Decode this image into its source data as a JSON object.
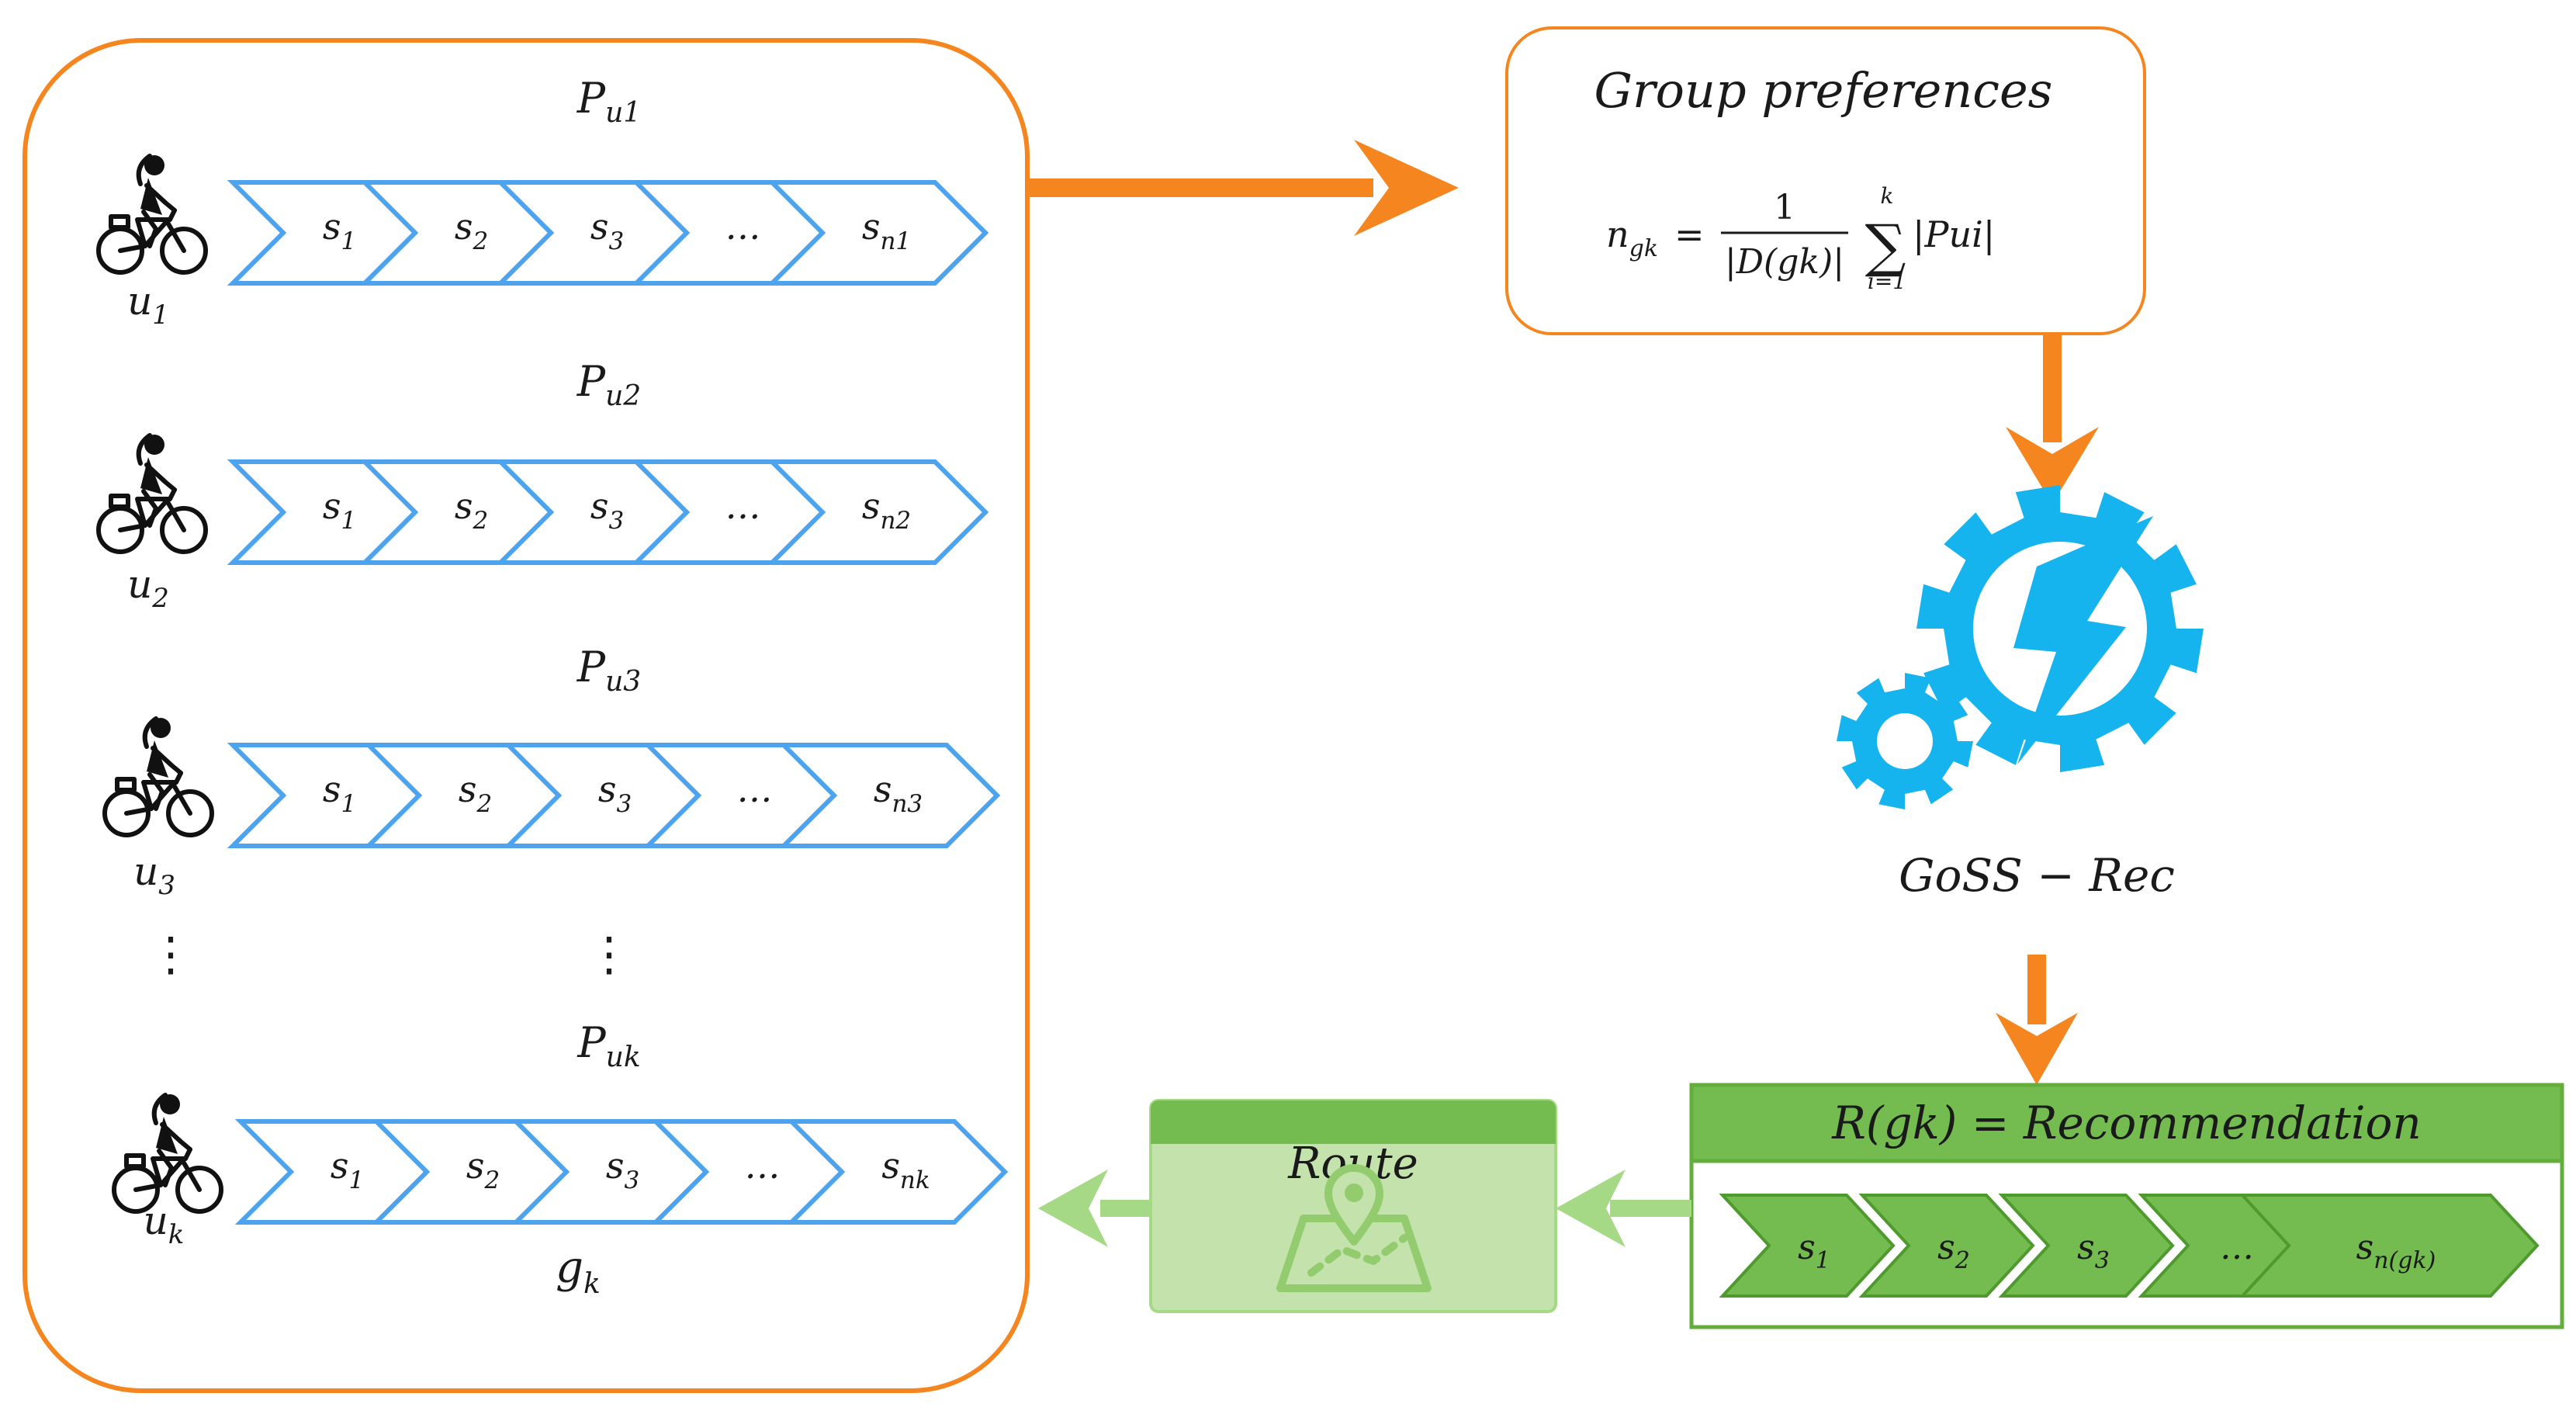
{
  "colors": {
    "orange": "#f5861f",
    "chevron_blue": "#4ea3ee",
    "gear_blue": "#16b4ee",
    "green_dark": "#62ad3c",
    "green_fill": "#74bc4f",
    "green_light": "#a6d985",
    "green_panel": "#c4e3ac",
    "text": "#1a1a1a"
  },
  "icons": {
    "user": "cyclist-icon",
    "engine": "gears-lightning-icon",
    "route": "map-pin-route-icon"
  },
  "users": [
    {
      "label": "u",
      "sub": "1",
      "pref": "P",
      "pref_sub": "u1",
      "chevrons": [
        {
          "t": "s",
          "s": "1"
        },
        {
          "t": "s",
          "s": "2"
        },
        {
          "t": "s",
          "s": "3"
        },
        {
          "t": "…",
          "s": ""
        },
        {
          "t": "s",
          "s": "n1"
        }
      ]
    },
    {
      "label": "u",
      "sub": "2",
      "pref": "P",
      "pref_sub": "u2",
      "chevrons": [
        {
          "t": "s",
          "s": "1"
        },
        {
          "t": "s",
          "s": "2"
        },
        {
          "t": "s",
          "s": "3"
        },
        {
          "t": "…",
          "s": ""
        },
        {
          "t": "s",
          "s": "n2"
        }
      ]
    },
    {
      "label": "u",
      "sub": "3",
      "pref": "P",
      "pref_sub": "u3",
      "chevrons": [
        {
          "t": "s",
          "s": "1"
        },
        {
          "t": "s",
          "s": "2"
        },
        {
          "t": "s",
          "s": "3"
        },
        {
          "t": "…",
          "s": ""
        },
        {
          "t": "s",
          "s": "n3"
        }
      ]
    },
    {
      "label": "u",
      "sub": "k",
      "pref": "P",
      "pref_sub": "uk",
      "chevrons": [
        {
          "t": "s",
          "s": "1"
        },
        {
          "t": "s",
          "s": "2"
        },
        {
          "t": "s",
          "s": "3"
        },
        {
          "t": "…",
          "s": ""
        },
        {
          "t": "s",
          "s": "nk"
        }
      ]
    }
  ],
  "vdots": "⋮",
  "group_label": {
    "t": "g",
    "s": "k"
  },
  "group_preferences": {
    "title": "Group preferences",
    "formula": {
      "lhs": "n",
      "lhs_sub": "gk",
      "eq": "=",
      "num": "1",
      "den": "|D(gk)|",
      "sum": "∑",
      "sum_top": "k",
      "sum_bottom": "i=1",
      "term": "|Pui|"
    }
  },
  "engine_label": "GoSS − Rec",
  "recommendation": {
    "header_text": "R(gk) = Recommendation",
    "chevrons": [
      {
        "t": "s",
        "s": "1"
      },
      {
        "t": "s",
        "s": "2"
      },
      {
        "t": "s",
        "s": "3"
      },
      {
        "t": "…",
        "s": ""
      },
      {
        "t": "s",
        "s": "n(gk)"
      }
    ]
  },
  "route": {
    "label": "Route"
  }
}
